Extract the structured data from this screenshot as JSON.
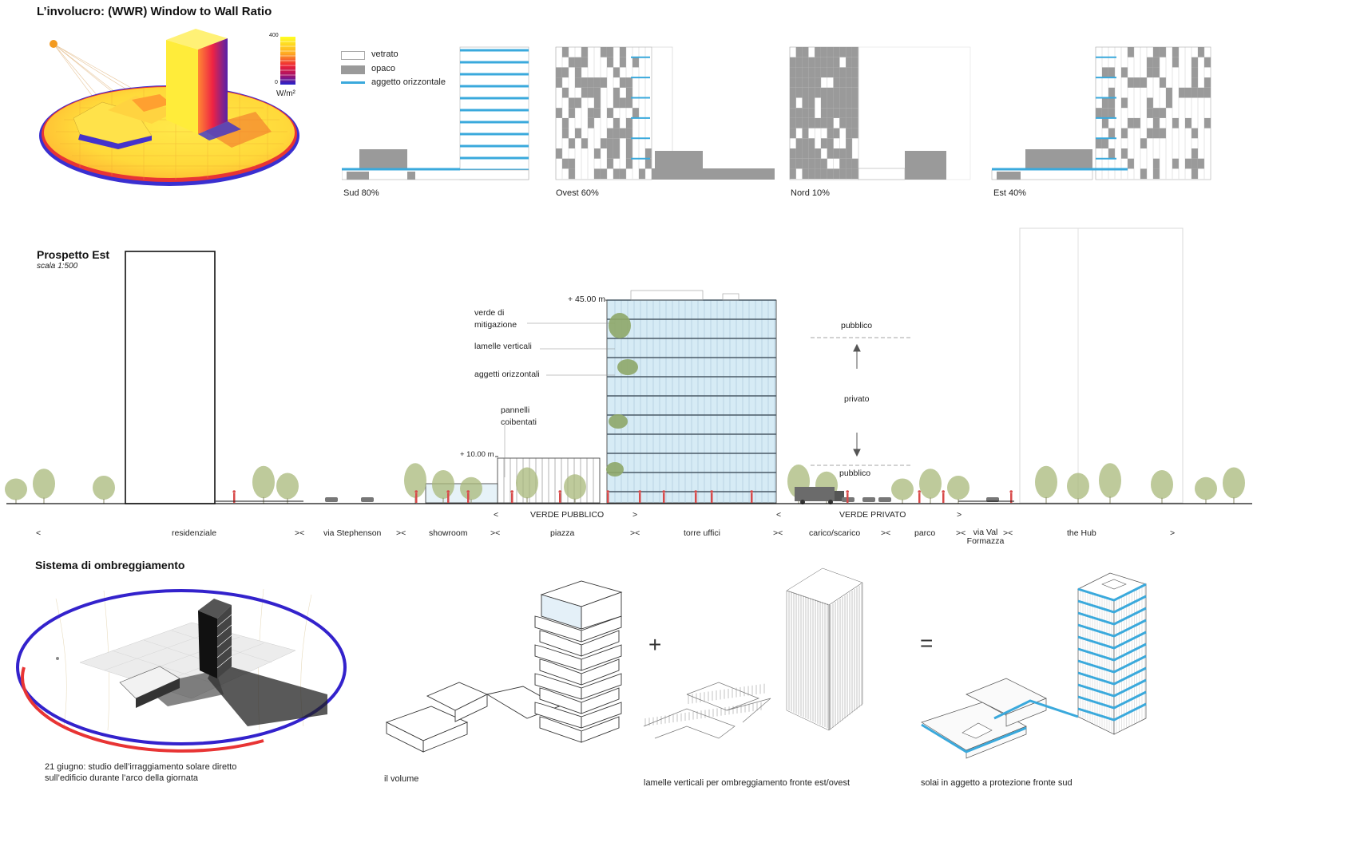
{
  "wwr": {
    "title": "L’involucro: (WWR) Window to Wall Ratio",
    "scale_max": "400",
    "scale_min": "0",
    "scale_unit": "W/m²",
    "legend": {
      "glazed": "vetrato",
      "opaque": "opaco",
      "overhang": "aggetto orizzontale"
    },
    "facades": [
      {
        "label": "Sud 80%"
      },
      {
        "label": "Ovest 60%"
      },
      {
        "label": "Nord 10%"
      },
      {
        "label": "Est 40%"
      }
    ]
  },
  "elevation": {
    "title": "Prospetto Est",
    "subtitle": "scala 1:500",
    "level_top": "+ 45.00 m",
    "level_low": "+ 10.00 m",
    "annotations": {
      "green": "verde di mitigazione",
      "lamelle": "lamelle verticali",
      "aggetti": "aggetti orizzontali",
      "pannelli": "pannelli coibentati"
    },
    "zones": {
      "public_top": "pubblico",
      "private": "privato",
      "public_bottom": "pubblico"
    },
    "groups": [
      {
        "label": "VERDE PUBBLICO"
      },
      {
        "label": "VERDE PRIVATO"
      }
    ],
    "segments": [
      {
        "label": "residenziale"
      },
      {
        "label": "via Stephenson"
      },
      {
        "label": "showroom"
      },
      {
        "label": "piazza"
      },
      {
        "label": "torre uffici"
      },
      {
        "label": "carico/scarico"
      },
      {
        "label": "parco"
      },
      {
        "label": "via Val Formazza"
      },
      {
        "label": "the Hub"
      }
    ],
    "markers": {
      "lt": "<",
      "gt": ">",
      "sep": "><"
    }
  },
  "shading": {
    "title": "Sistema di ombreggiamento",
    "operators": {
      "plus": "+",
      "equals": "="
    },
    "captions": [
      {
        "text": "21 giugno: studio dell’irraggiamento solare diretto sull’edificio durante l’arco della giornata"
      },
      {
        "text": "il volume"
      },
      {
        "text": "lamelle verticali per ombreggiamento fronte est/ovest"
      },
      {
        "text": "solai in aggetto a protezione fronte sud"
      }
    ]
  },
  "colors": {
    "accent_blue": "#3aa9dc",
    "opaque_grey": "#9a9a9a",
    "heat_yellow": "#ffee22",
    "heat_red": "#dd2233",
    "heat_blue": "#3322cc",
    "tree_green": "#a8b87a",
    "people_red": "#d84a4a",
    "glass": "#d6ebf5"
  }
}
